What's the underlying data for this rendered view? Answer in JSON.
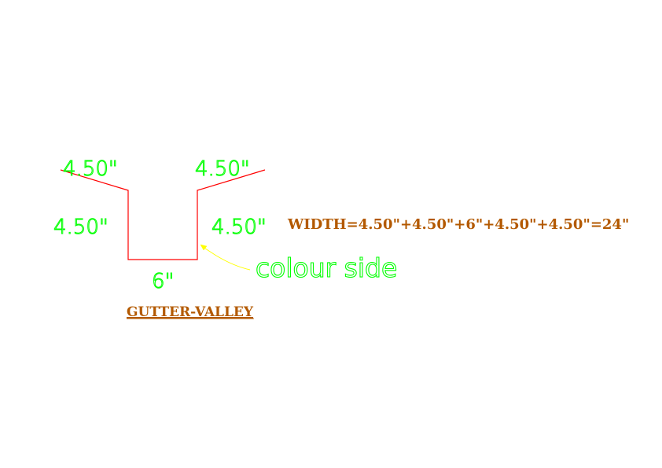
{
  "colors": {
    "profile_line": "#ff0000",
    "dimension_text": "#00ff00",
    "annotation_text": "#b35900",
    "leader": "#ffff00",
    "background": "#ffffff"
  },
  "dimensions": {
    "top_left": "4.50\"",
    "top_right": "4.50\"",
    "left_side": "4.50\"",
    "right_side": "4.50\"",
    "bottom": "6\""
  },
  "notes": {
    "colour_side": "colour side"
  },
  "width_formula": "WIDTH=4.50\"+4.50\"+6\"+4.50\"+4.50\"=24\"",
  "title": "GUTTER-VALLEY"
}
